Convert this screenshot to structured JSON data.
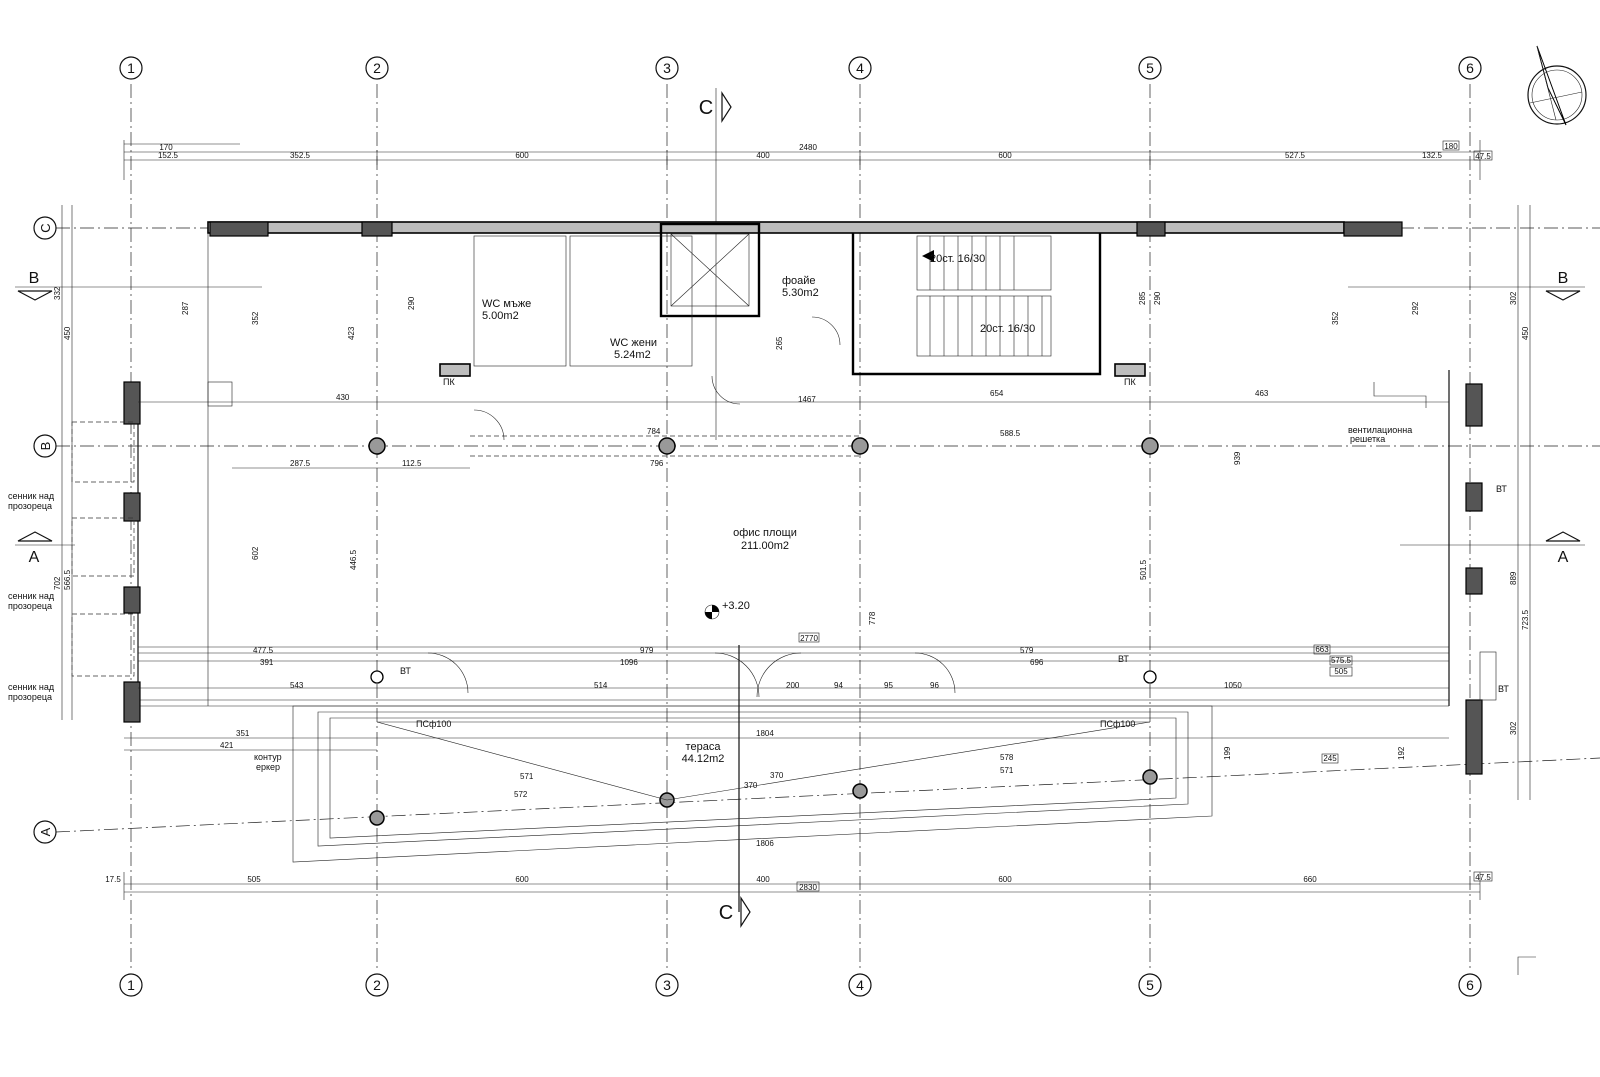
{
  "grid_axes": {
    "columns": [
      "1",
      "2",
      "3",
      "4",
      "5",
      "6"
    ],
    "rows": [
      "C",
      "B",
      "A"
    ]
  },
  "section_marks": {
    "vertical": "C",
    "horizontal_b": "B",
    "horizontal_a": "A"
  },
  "rooms": {
    "wc_men_name": "WC мъже",
    "wc_men_area": "5.00m2",
    "wc_women_name": "WC жени",
    "wc_women_area": "5.24m2",
    "foyer_name": "фоайе",
    "foyer_area": "5.30m2",
    "office_name": "офис площи",
    "office_area": "211.00m2",
    "terrace_name": "тераса",
    "terrace_area": "44.12m2"
  },
  "stairs": {
    "upper": "20ст. 16/30",
    "lower": "20ст. 16/30"
  },
  "annotations": {
    "level_mark": "+3.20",
    "canopy_1": [
      "сенник над",
      "прозореца"
    ],
    "canopy_2": [
      "сенник над",
      "прозореца"
    ],
    "canopy_3": [
      "сенник над",
      "прозореца"
    ],
    "vent": [
      "вентилационна",
      "решетка"
    ],
    "bay_contour": [
      "контур",
      "еркер"
    ],
    "psf_left": "ПСф100",
    "psf_right": "ПСф100",
    "pk_left": "ПК",
    "pk_right": "ПК",
    "vt": "ВТ"
  },
  "dimensions": {
    "top_total": "2480",
    "top_left_170": "170",
    "top_segments": [
      "152.5",
      "352.5",
      "600",
      "400",
      "600",
      "527.5",
      "132.5"
    ],
    "top_right_boxes": [
      "180",
      "47.5"
    ],
    "bottom_total": "2830",
    "bottom_segments": [
      "17.5",
      "505",
      "600",
      "400",
      "600",
      "660"
    ],
    "bottom_right_box": "47.5",
    "left_vertical": [
      "332",
      "450",
      "566.5",
      "702"
    ],
    "right_vertical": [
      "302",
      "450",
      "889",
      "723.5",
      "302"
    ],
    "interior": [
      "430",
      "654",
      "463",
      "1467",
      "784",
      "588.5",
      "796",
      "287.5",
      "112.5",
      "602",
      "446.5",
      "501.5",
      "939",
      "778",
      "265",
      "290",
      "423",
      "287",
      "352",
      "292",
      "352",
      "285",
      "290"
    ],
    "terrace_line": [
      "477.5",
      "979",
      "579",
      "2770",
      "663",
      "575.5",
      "505",
      "391",
      "1096",
      "696",
      "543",
      "514",
      "200",
      "94",
      "95",
      "96",
      "1050",
      "351",
      "421",
      "1804",
      "571",
      "572",
      "370",
      "370",
      "571",
      "578",
      "1806",
      "199",
      "192",
      "245"
    ]
  }
}
